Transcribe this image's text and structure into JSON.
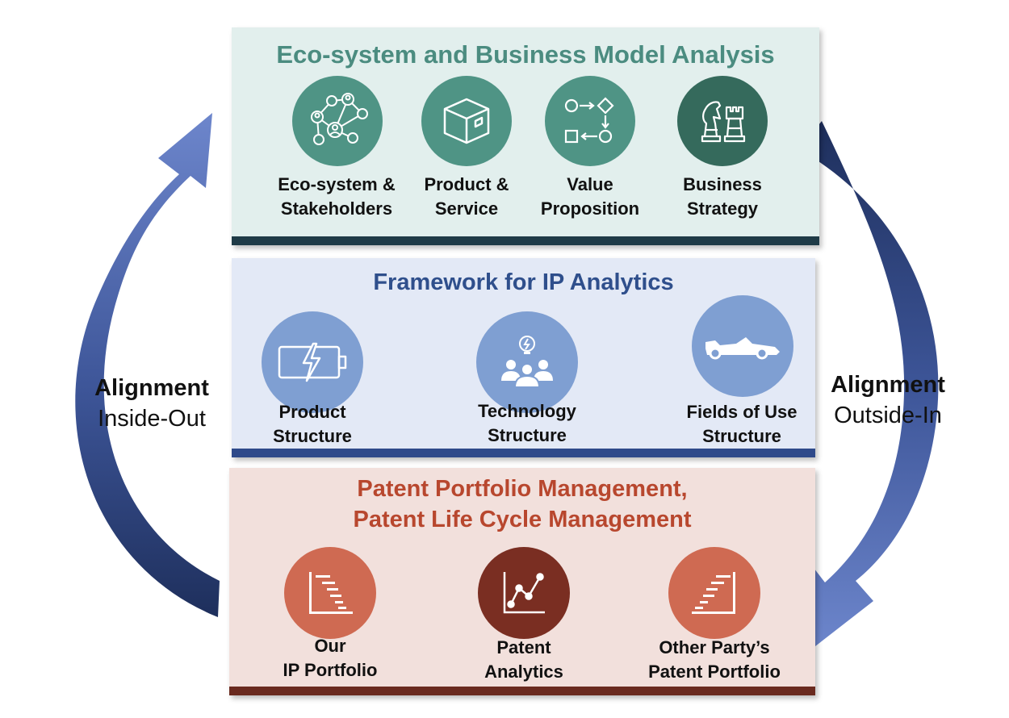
{
  "colors": {
    "top_bg": "#e2efed",
    "top_bar": "#1f3b47",
    "top_title": "#4b8c80",
    "top_circle": "#4f9485",
    "top_circle_dark": "#356a5c",
    "mid_bg": "#e3e9f6",
    "mid_bar": "#2f4a8a",
    "mid_title": "#2f4f8c",
    "mid_circle": "#7f9fd2",
    "bot_bg": "#f2e0dc",
    "bot_bar": "#6a2a1f",
    "bot_title": "#b8472e",
    "bot_circle": "#cf6a52",
    "bot_circle_dark": "#7a2e22",
    "arrow_light": "#6d86cc",
    "arrow_dark": "#1e2f5c"
  },
  "top": {
    "title": "Eco-system and Business Model Analysis",
    "items": [
      {
        "line1": "Eco-system &",
        "line2": "Stakeholders",
        "icon": "network-people-icon"
      },
      {
        "line1": "Product &",
        "line2": "Service",
        "icon": "box-icon"
      },
      {
        "line1": "Value",
        "line2": "Proposition",
        "icon": "flow-shapes-icon"
      },
      {
        "line1": "Business",
        "line2": "Strategy",
        "icon": "chess-pieces-icon"
      }
    ]
  },
  "middle": {
    "title": "Framework for IP Analytics",
    "items": [
      {
        "line1": "Product",
        "line2": "Structure",
        "icon": "battery-bolt-icon"
      },
      {
        "line1": "Technology",
        "line2": "Structure",
        "icon": "team-lightbulb-icon"
      },
      {
        "line1": "Fields of Use",
        "line2": "Structure",
        "icon": "race-car-icon"
      }
    ]
  },
  "bottom": {
    "title_line1": "Patent Portfolio Management,",
    "title_line2": "Patent Life Cycle Management",
    "items": [
      {
        "line1": "Our",
        "line2": "IP Portfolio",
        "icon": "gantt-chart-icon"
      },
      {
        "line1": "Patent",
        "line2": "Analytics",
        "icon": "line-chart-icon"
      },
      {
        "line1": "Other Party’s",
        "line2": "Patent Portfolio",
        "icon": "step-chart-icon"
      }
    ]
  },
  "left_arrow": {
    "bold": "Alignment",
    "normal": "Inside-Out"
  },
  "right_arrow": {
    "bold": "Alignment",
    "normal": "Outside-In"
  }
}
